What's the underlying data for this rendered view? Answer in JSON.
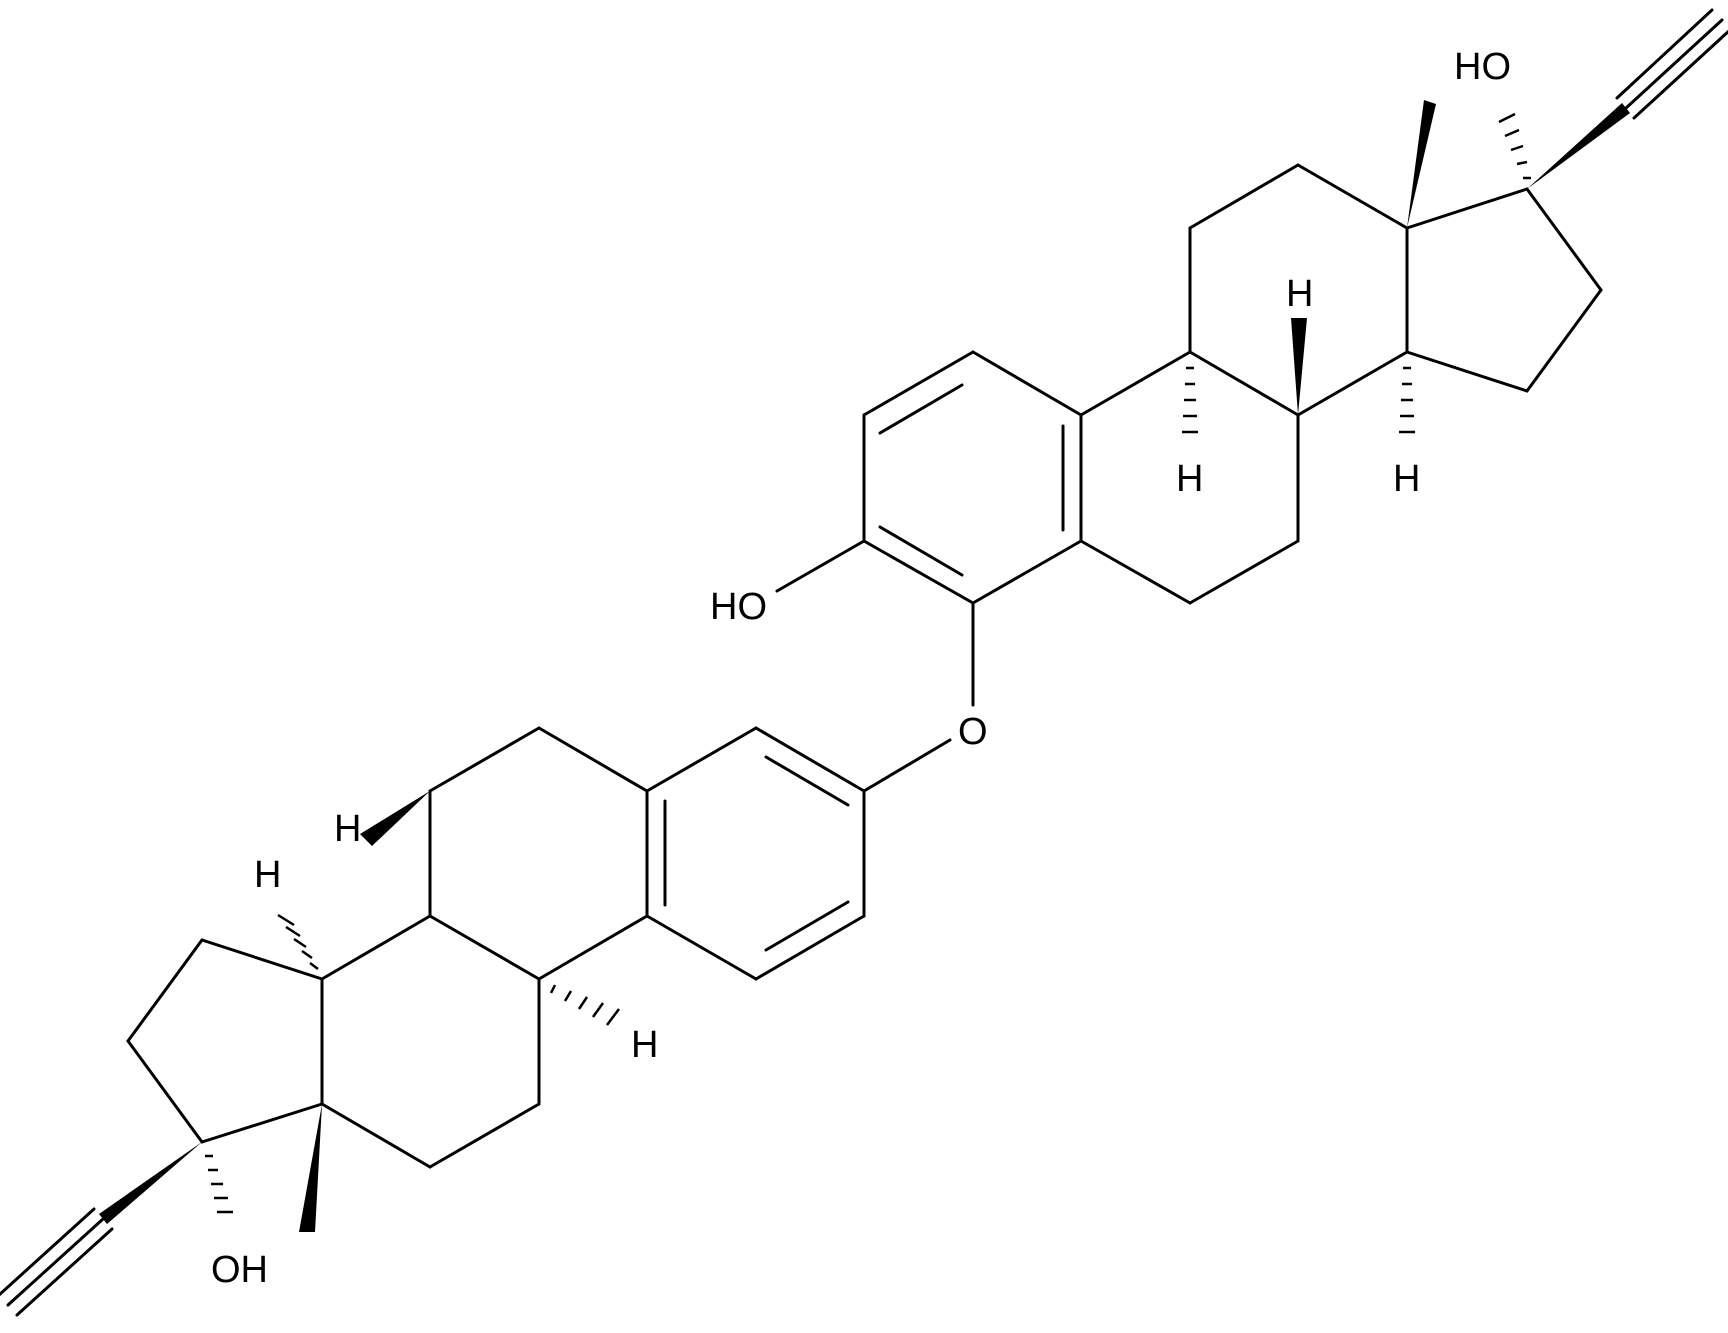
{
  "molecule": {
    "labels": {
      "oh_top_right": "HO",
      "oh_phenol": "HO",
      "ether_oxygen": "O",
      "oh_bottom_left": "OH",
      "h_top_c14": "H",
      "h_top_c9": "H",
      "h_top_c8": "H",
      "h_bottom_c11": "H",
      "h_bottom_c8": "H",
      "h_bottom_c9": "H"
    },
    "colors": {
      "bond": "#000000",
      "background": "#ffffff"
    }
  }
}
